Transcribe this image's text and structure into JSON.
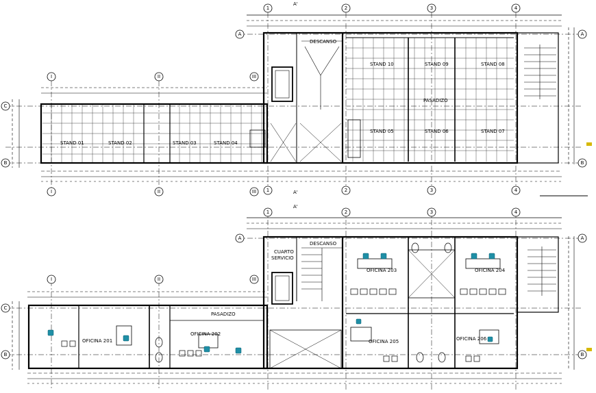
{
  "upper_plan": {
    "rooms": {
      "descanso": "DESCANSO",
      "stand_10": "STAND 10",
      "stand_09": "STAND 09",
      "stand_08": "STAND 08",
      "stand_05": "STAND 05",
      "stand_06": "STAND 06",
      "stand_07": "STAND 07",
      "pasadizo": "PASADIZO",
      "stand_01": "STAND 01",
      "stand_02": "STAND 02",
      "stand_03": "STAND 03",
      "stand_04": "STAND 04"
    }
  },
  "lower_plan": {
    "rooms": {
      "descanso": "DESCANSO",
      "cuarto_servicio_1": "CUARTO",
      "cuarto_servicio_2": "SERVICIO",
      "oficina_201": "OFICINA 201",
      "oficina_202": "OFICINA 202",
      "oficina_203": "OFICINA 203",
      "oficina_204": "OFICINA 204",
      "oficina_205": "OFICINA 205",
      "oficina_206": "OFICINA 206",
      "pasadizo": "PASADIZO"
    }
  },
  "axes": {
    "num_1": "1",
    "num_2": "2",
    "num_3": "3",
    "num_4": "4",
    "roman_1": "I",
    "roman_2": "II",
    "roman_3": "III",
    "letter_a": "A",
    "letter_b": "B",
    "letter_c": "C",
    "section": "A'"
  },
  "colors": {
    "line": "#000000",
    "furniture": "#1f8fa6",
    "marker": "#d6b800"
  }
}
